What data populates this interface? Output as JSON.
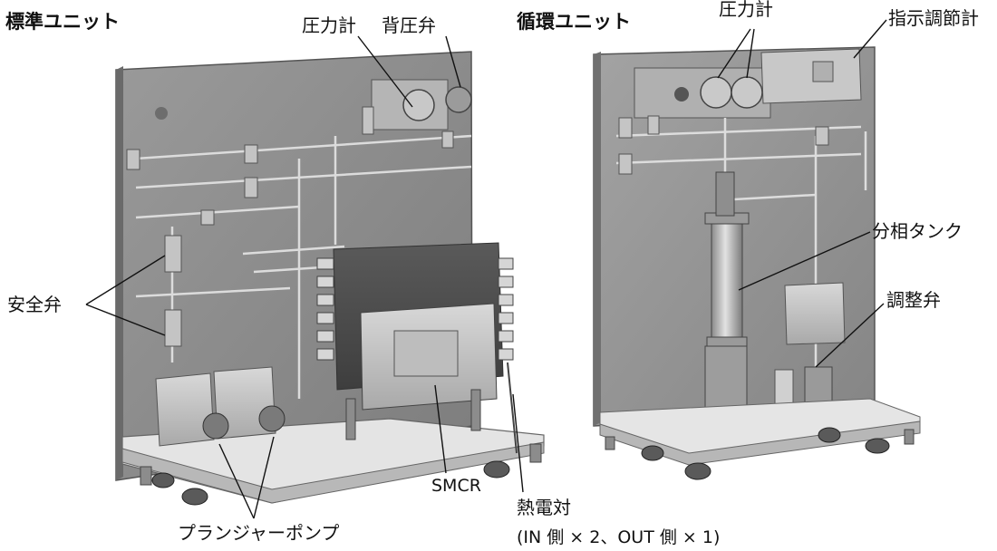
{
  "units": {
    "standard": "標準ユニット",
    "circulation": "循環ユニット"
  },
  "labels": {
    "pressure_gauge_std": "圧力計",
    "back_pressure_valve": "背圧弁",
    "pressure_gauge_circ": "圧力計",
    "indicator_controller": "指示調節計",
    "phase_separation_tank": "分相タンク",
    "regulating_valve": "調整弁",
    "safety_valve": "安全弁",
    "smcr": "SMCR",
    "plunger_pump": "プランジャーポンプ",
    "thermocouple": "熱電対",
    "thermocouple_note": "(IN 側 × 2、OUT 側 × 1)"
  }
}
